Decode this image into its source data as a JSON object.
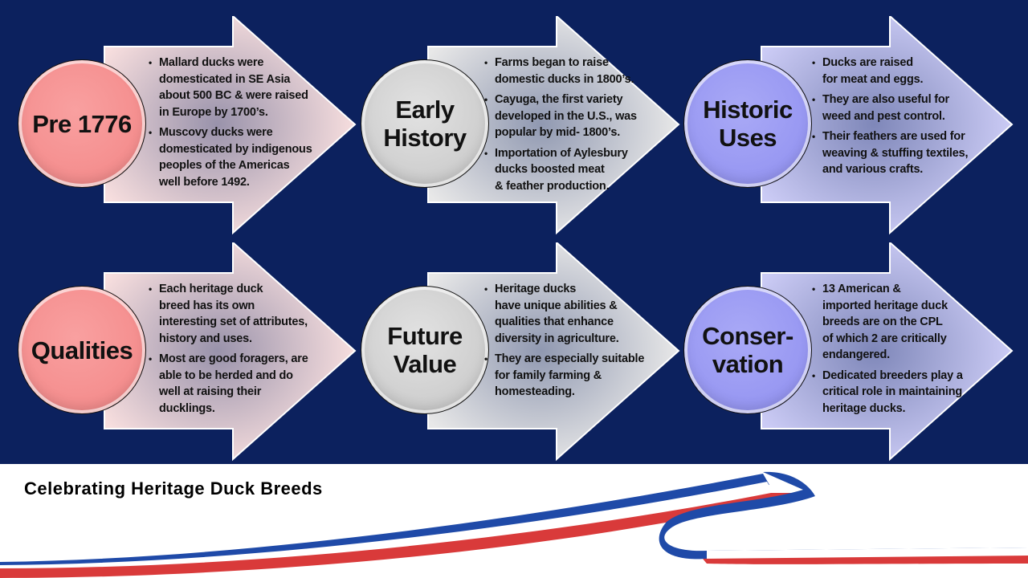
{
  "panels": [
    {
      "title": "Pre 1776",
      "bullets": [
        "Mallard ducks were\ndomesticated in SE Asia\nabout 500 BC & were raised\nin Europe by 1700’s.",
        "Muscovy ducks were\ndomesticated by indigenous\npeoples of the Americas\nwell before 1492."
      ]
    },
    {
      "title": "Early\nHistory",
      "bullets": [
        "Farms began to raise\ndomestic ducks in 1800’s.",
        "Cayuga, the first variety\ndeveloped in the U.S., was\npopular by mid- 1800’s.",
        "Importation of Aylesbury\nducks boosted meat\n& feather production."
      ]
    },
    {
      "title": "Historic\nUses",
      "bullets": [
        "Ducks are raised\nfor meat and eggs.",
        "They are also useful for\nweed and pest control.",
        "Their feathers are used for\nweaving & stuffing textiles,\nand various crafts."
      ]
    },
    {
      "title": "Qualities",
      "bullets": [
        "Each heritage duck\nbreed has its own\ninteresting set of attributes,\nhistory and uses.",
        "Most are good foragers, are\nable to be herded and do\nwell at raising their\nducklings."
      ]
    },
    {
      "title": "Future\nValue",
      "bullets": [
        "Heritage ducks\nhave unique abilities &\nqualities that enhance\ndiversity in agriculture.",
        "They are especially suitable\nfor family farming &\nhomesteading."
      ]
    },
    {
      "title": "Conser-\nvation",
      "bullets": [
        "13 American &\nimported heritage duck\nbreeds are on the CPL\nof which 2 are critically\nendangered.",
        "Dedicated breeders play a\ncritical role in maintaining\nheritage ducks."
      ]
    }
  ],
  "colors": {
    "background": "#0c215e",
    "pink_arrow": "#f7dede",
    "grey_arrow": "#e8e8e8",
    "blue_arrow": "#cbcbf5"
  },
  "footer": {
    "title": "Celebrating Heritage Duck Breeds"
  }
}
